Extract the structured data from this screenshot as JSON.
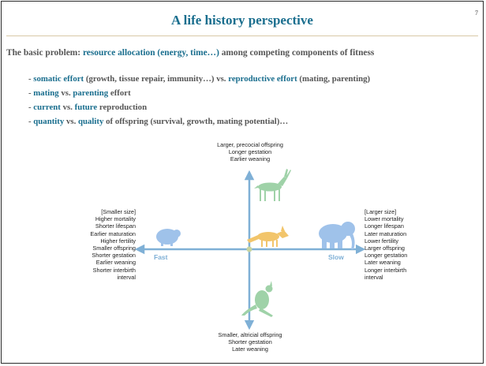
{
  "slide": {
    "title": "A life history perspective",
    "page_number": "7",
    "intro": {
      "prefix": "The basic problem: ",
      "highlight": "resource allocation (energy, time…)",
      "suffix": " among competing components of fitness"
    },
    "bullets": [
      {
        "dash": "- ",
        "a": "somatic effort",
        "b": " (growth, tissue repair, immunity…) vs. ",
        "c": "reproductive effort",
        "d": " (mating, parenting)"
      },
      {
        "dash": "- ",
        "a": "mating",
        "b": " vs. ",
        "c": "parenting",
        "d": " effort"
      },
      {
        "dash": "- ",
        "a": "current",
        "b": " vs. ",
        "c": "future",
        "d": " reproduction"
      },
      {
        "dash": "- ",
        "a": "quantity",
        "b": " vs. ",
        "c": "quality",
        "d": " of offspring (survival, growth, mating potential)…"
      }
    ]
  },
  "diagram": {
    "top_lines": [
      "Larger, precocial offspring",
      "Longer gestation",
      "Earlier weaning"
    ],
    "bottom_lines": [
      "Smaller, altricial offspring",
      "Shorter gestation",
      "Later weaning"
    ],
    "left_lines": [
      "[Smaller size]",
      "Higher mortality",
      "Shorter lifespan",
      "Earlier maturation",
      "Higher fertility",
      "Smaller offspring",
      "Shorter gestation",
      "Earlier weaning",
      "Shorter interbirth",
      "interval"
    ],
    "right_lines": [
      "[Larger size]",
      "Lower mortality",
      "Longer lifespan",
      "Later maturation",
      "Lower fertility",
      "Larger offspring",
      "Longer gestation",
      "Later weaning",
      "Longer interbirth",
      "interval"
    ],
    "fast_label": "Fast",
    "slow_label": "Slow",
    "colors": {
      "axis": "#7fb0d6",
      "antelope": "#9fd2a8",
      "fox": "#f2c56b",
      "elephant": "#9fc2ea",
      "rodent": "#9fc2ea",
      "kangaroo": "#9fd2a8"
    },
    "icons": [
      "antelope-icon",
      "fox-icon",
      "elephant-icon",
      "rodent-icon",
      "kangaroo-icon"
    ]
  }
}
